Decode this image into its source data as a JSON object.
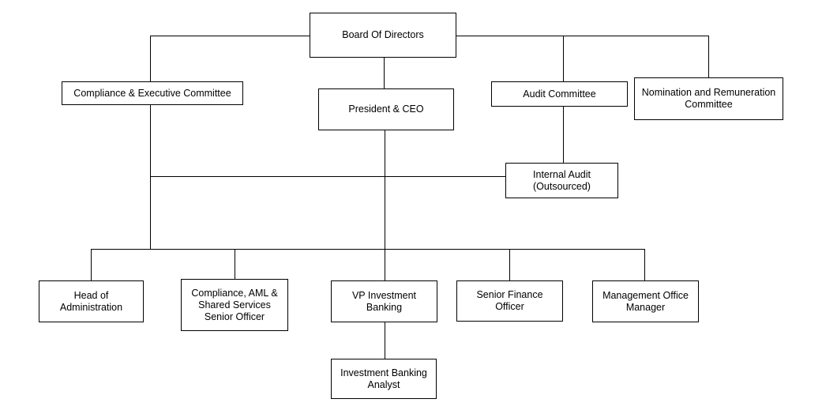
{
  "diagram": {
    "type": "org-chart",
    "colors": {
      "background": "#ffffff",
      "box_fill": "#ffffff",
      "box_border": "#000000",
      "line": "#000000",
      "text": "#000000"
    },
    "nodes": {
      "board": {
        "label": "Board Of Directors"
      },
      "president": {
        "label": "President & CEO"
      },
      "compliance_exec": {
        "label": "Compliance & Executive Committee"
      },
      "audit": {
        "label": "Audit Committee"
      },
      "nomination": {
        "label": "Nomination and Remuneration\nCommittee"
      },
      "internal_audit": {
        "label": "Internal Audit\n(Outsourced)"
      },
      "head_admin": {
        "label": "Head of\nAdministration"
      },
      "compliance_aml": {
        "label": "Compliance, AML &\nShared Services\nSenior Officer"
      },
      "vp_ib": {
        "label": "VP Investment\nBanking"
      },
      "senior_finance": {
        "label": "Senior Finance\nOfficer"
      },
      "mgmt_office": {
        "label": "Management Office\nManager"
      },
      "ib_analyst": {
        "label": "Investment Banking\nAnalyst"
      }
    },
    "edges": [
      {
        "from": "board",
        "to": "compliance_exec"
      },
      {
        "from": "board",
        "to": "president"
      },
      {
        "from": "board",
        "to": "audit"
      },
      {
        "from": "board",
        "to": "nomination"
      },
      {
        "from": "audit",
        "to": "internal_audit"
      },
      {
        "from": "compliance_exec",
        "to": "internal_audit"
      },
      {
        "from": "president",
        "to": "head_admin"
      },
      {
        "from": "president",
        "to": "compliance_aml"
      },
      {
        "from": "president",
        "to": "vp_ib"
      },
      {
        "from": "president",
        "to": "senior_finance"
      },
      {
        "from": "president",
        "to": "mgmt_office"
      },
      {
        "from": "vp_ib",
        "to": "ib_analyst"
      }
    ]
  }
}
